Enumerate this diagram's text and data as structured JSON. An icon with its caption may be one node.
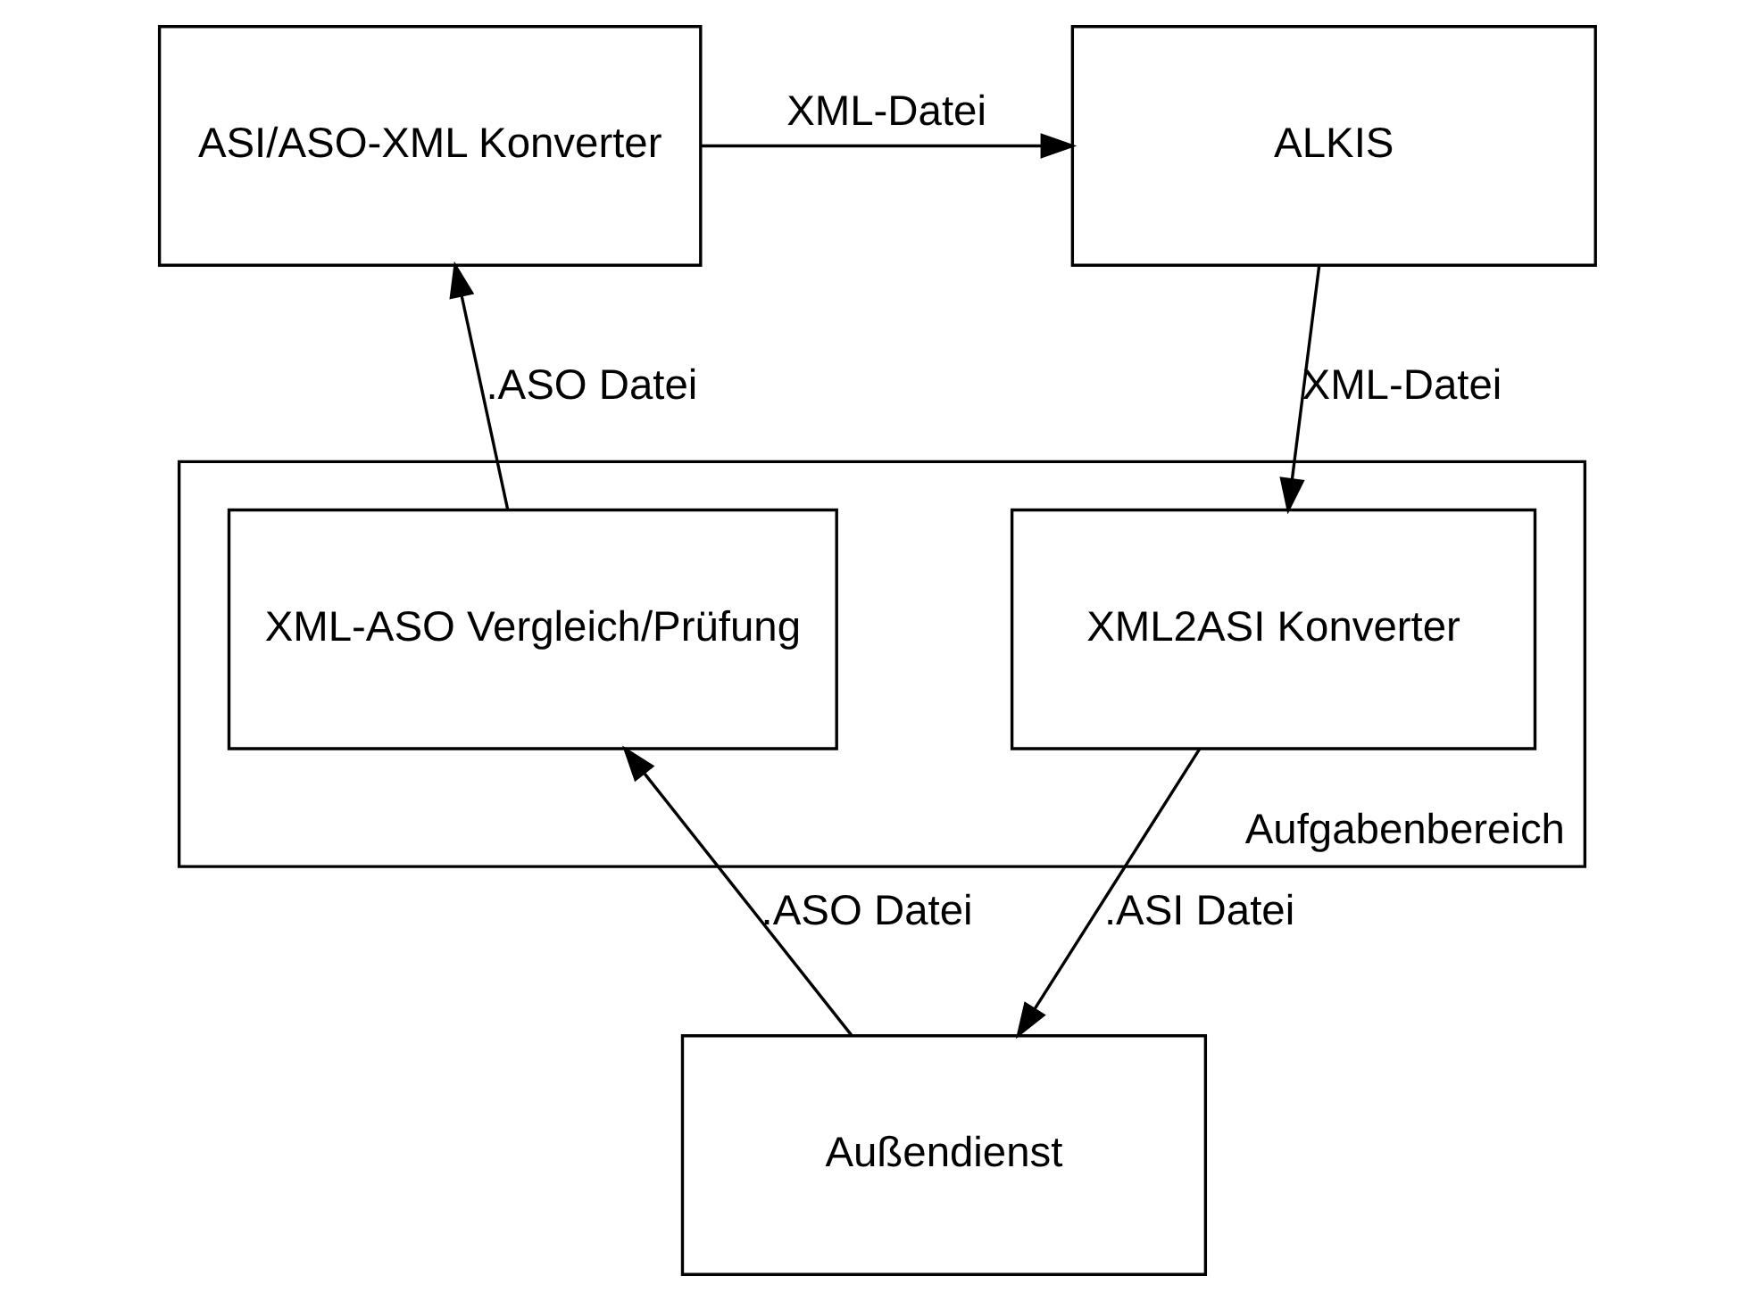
{
  "diagram": {
    "nodes": [
      {
        "text": [
          "ALKIS"
        ]
      },
      {
        "text": [
          "ASI/ASO-XML Konverter"
        ]
      },
      {
        "text": [
          "Aufgabenbereich"
        ]
      },
      {
        "text": [
          "XML2ASI Konverter"
        ],
        "in": 2
      },
      {
        "text": [
          "XML-ASO Vergleich/Prüfung"
        ],
        "in": 2
      },
      {
        "text": [
          "Außendienst"
        ]
      }
    ],
    "edges": [
      {
        "from": 1,
        "to": 0,
        "arrow": "to",
        "label": "XML-Datei"
      },
      {
        "from": 0,
        "to": 3,
        "arrow": "to",
        "label": "XML-Datei"
      },
      {
        "from": 4,
        "to": 1,
        "arrow": "to",
        "label": ".ASO Datei"
      },
      {
        "from": 3,
        "to": 5,
        "arrow": "to",
        "label": ".ASI Datei"
      },
      {
        "from": 5,
        "to": 4,
        "arrow": "to",
        "label": ".ASO Datei"
      }
    ]
  }
}
